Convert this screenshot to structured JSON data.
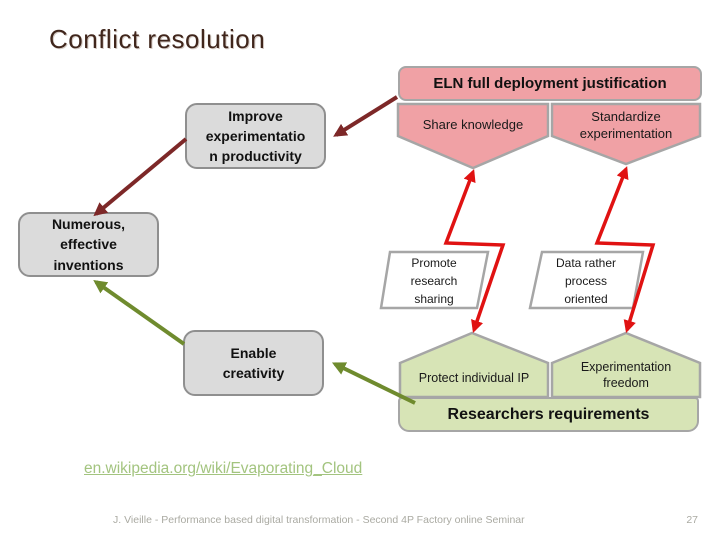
{
  "slide": {
    "title": "Conflict resolution",
    "link": "en.wikipedia.org/wiki/Evaporating_Cloud",
    "footer": "J. Vieille - Performance based digital transformation - Second 4P Factory online Seminar",
    "page_number": "27"
  },
  "diagram": {
    "objective": "ELN full deployment justification",
    "requirements_banner": "Researchers requirements",
    "boxes": {
      "improve": "Improve\nexperimentatio\nn productivity",
      "numerous": "Numerous,\neffective\ninventions",
      "enable": "Enable\ncreativity",
      "share_knowledge": "Share knowledge",
      "standardize": "Standardize\nexperimentation",
      "promote": "Promote\nresearch\nsharing",
      "data_rather": "Data rather\nprocess\noriented",
      "protect_ip": "Protect individual IP",
      "experimentation_freedom": "Experimentation\nfreedom"
    }
  },
  "theme": {
    "pink": "#f0a1a5",
    "green": "#d7e4b6",
    "graybox": "#dbdbdb",
    "border": "#a6a6a6",
    "borderdark": "#8f8f8f",
    "darkred": "#7d2828",
    "olive": "#6f8b2e",
    "red": "#e01212",
    "title": "#40261c",
    "link": "#a3c47f",
    "footer": "#aaaaa2"
  }
}
